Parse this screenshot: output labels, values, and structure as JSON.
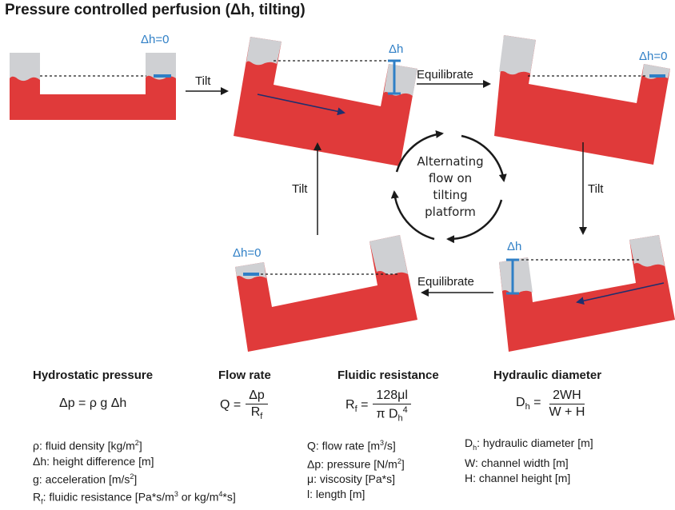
{
  "title": "Pressure controlled perfusion (Δh, tilting)",
  "steps": {
    "tilt_1": "Tilt",
    "equilibrate_1": "Equilibrate",
    "tilt_2": "Tilt",
    "equilibrate_2": "Equilibrate",
    "tilt_3": "Tilt"
  },
  "dh_labels": {
    "panel1": "Δh=0",
    "panel2": "Δh",
    "panel3": "Δh=0",
    "panel4": "Δh",
    "panel5": "Δh=0"
  },
  "cycle": [
    "Alternating",
    "flow on",
    "tilting",
    "platform"
  ],
  "colors": {
    "fluid": "#e03a3a",
    "reservoir": "#cfd0d3",
    "dh": "#2f7fc6",
    "flow_arrow": "#1f2f6e"
  },
  "equations": {
    "hydrostatic": {
      "heading": "Hydrostatic pressure",
      "formula": "Δp = ρ g Δh"
    },
    "flow_rate": {
      "heading": "Flow rate",
      "lhs": "Q =",
      "num": "Δp",
      "den": "R",
      "den_sub": "f"
    },
    "resistance": {
      "heading": "Fluidic resistance",
      "lhs_main": "R",
      "lhs_sub": "f",
      "lhs_eq": "=",
      "num": "128μl",
      "den": "π D",
      "den_sub": "h",
      "den_sup": "4"
    },
    "hydraulic": {
      "heading": "Hydraulic diameter",
      "lhs_main": "D",
      "lhs_sub": "h",
      "lhs_eq": "=",
      "num": "2WH",
      "den": "W + H"
    }
  },
  "legend": {
    "col1": [
      {
        "main": "ρ: fluid density [kg/m",
        "sup": "2",
        "tail": "]"
      },
      {
        "main": "Δh: height difference [m]",
        "sup": "",
        "tail": ""
      },
      {
        "main": "g: acceleration [m/s",
        "sup": "2",
        "tail": "]"
      },
      {
        "main": "R",
        "sub": "f",
        "rest": ": fluidic resistance [Pa*s/m",
        "sup": "3",
        "mid": " or kg/m",
        "sup2": "4",
        "tail": "*s]"
      }
    ],
    "col2": [
      {
        "main": "Q: flow rate [m",
        "sup": "3",
        "tail": "/s]"
      },
      {
        "main": "Δp: pressure [N/m",
        "sup": "2",
        "tail": "]"
      },
      {
        "main": "μ: viscosity [Pa*s]",
        "sup": "",
        "tail": ""
      },
      {
        "main": "l: length [m]",
        "sup": "",
        "tail": ""
      }
    ],
    "col3": [
      {
        "main": "D",
        "sub": "h",
        "rest": ": hydraulic diameter [m]"
      },
      {
        "main": "W: channel width [m]"
      },
      {
        "main": "H: channel height [m]"
      }
    ]
  }
}
